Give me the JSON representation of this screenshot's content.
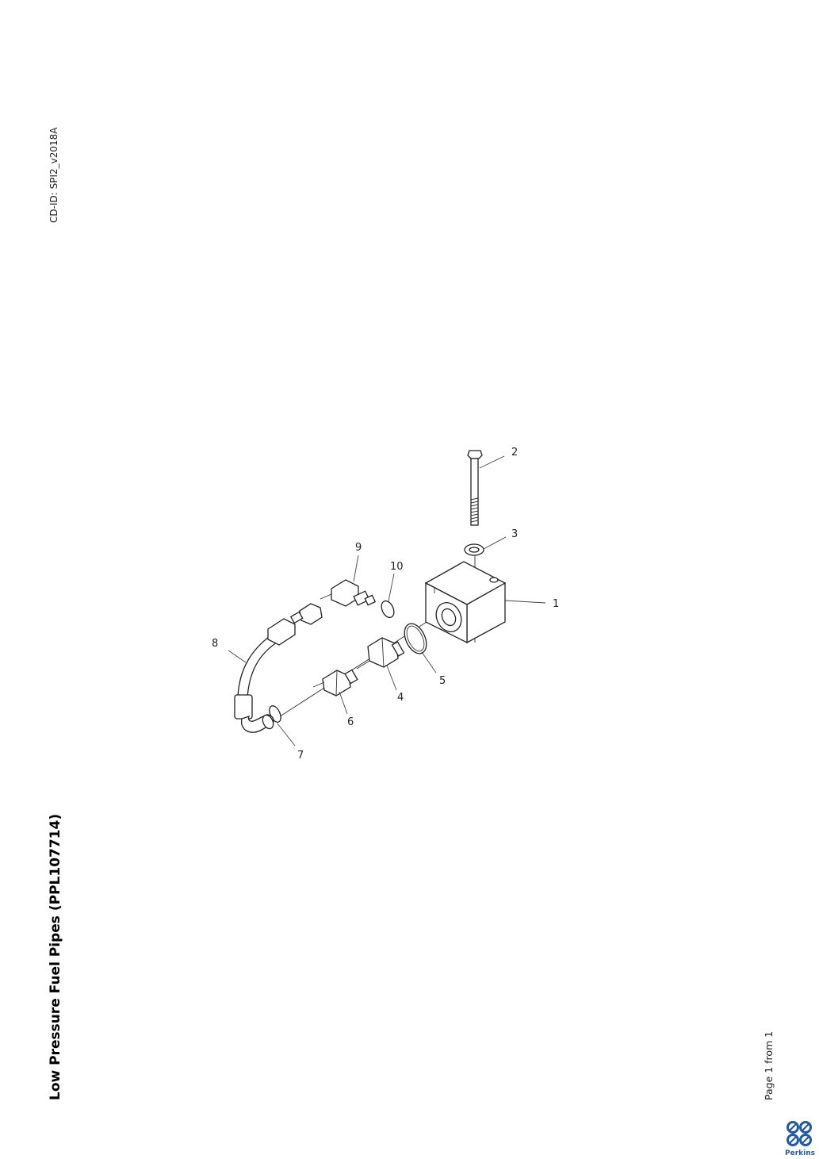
{
  "header": {
    "cd_id": "CD-ID: SPI2_v2018A"
  },
  "document": {
    "title": "Low Pressure Fuel Pipes (PPL107714)"
  },
  "footer": {
    "page_info": "Page 1 from 1",
    "brand": "Perkins"
  },
  "diagram": {
    "callouts": [
      {
        "id": "1",
        "label": "1"
      },
      {
        "id": "2",
        "label": "2"
      },
      {
        "id": "3",
        "label": "3"
      },
      {
        "id": "4",
        "label": "4"
      },
      {
        "id": "5",
        "label": "5"
      },
      {
        "id": "6",
        "label": "6"
      },
      {
        "id": "7",
        "label": "7"
      },
      {
        "id": "8",
        "label": "8"
      },
      {
        "id": "9",
        "label": "9"
      },
      {
        "id": "10",
        "label": "10"
      }
    ]
  },
  "colors": {
    "brand_blue": "#1e5aa8",
    "line": "#222222"
  }
}
